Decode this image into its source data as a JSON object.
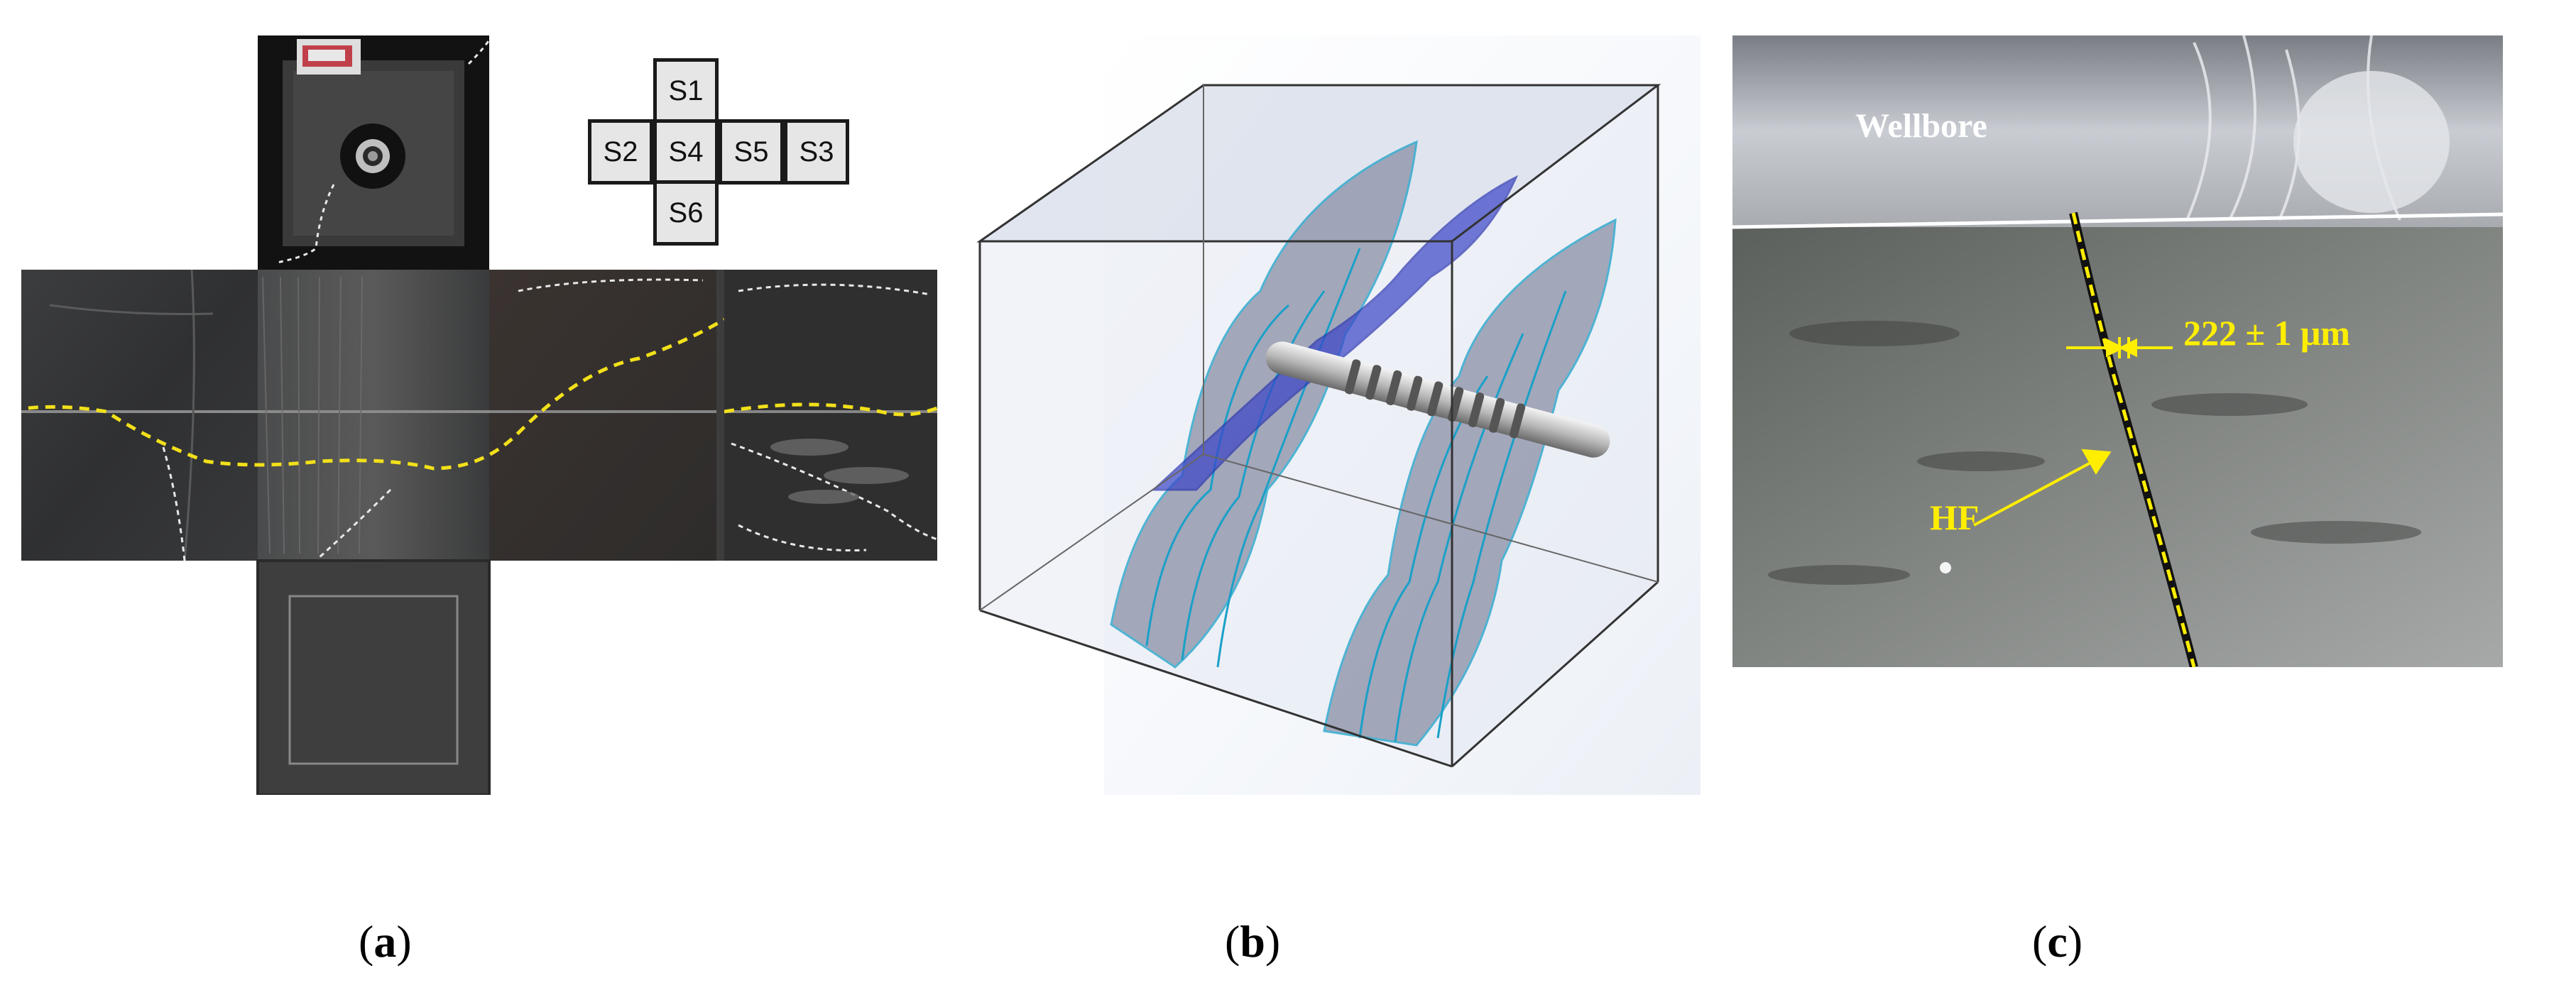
{
  "panel_a": {
    "caption": "a",
    "legend": [
      "S1",
      "S2",
      "S4",
      "S5",
      "S3",
      "S6"
    ]
  },
  "panel_b": {
    "caption": "b"
  },
  "panel_c": {
    "caption": "c",
    "wellbore_label": "Wellbore",
    "width_label": "222 ± 1 μm",
    "hf_label": "HF"
  },
  "colors": {
    "fracture_trace": "#f2e01a",
    "natural_fracture": "#e8e8e8",
    "annotation": "#ffee00"
  }
}
